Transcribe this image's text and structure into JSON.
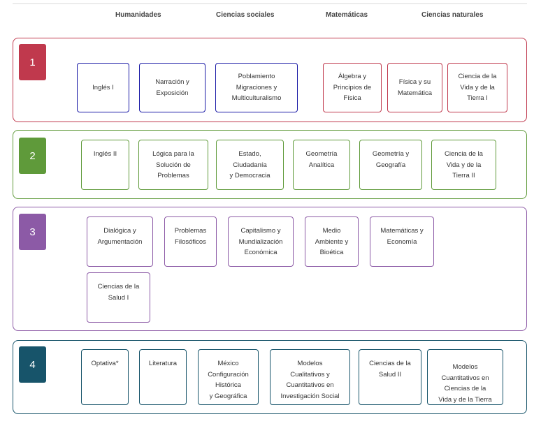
{
  "headers": [
    "Humanidades",
    "Ciencias sociales",
    "Matemáticas",
    "Ciencias naturales"
  ],
  "colors": {
    "sem1_border": "#c0394d",
    "sem1_badge": "#c0394d",
    "sem1_blue_box": "#1a1aa6",
    "sem2": "#5f9a3a",
    "sem3": "#8c5aa6",
    "sem4": "#17546a"
  },
  "semesters": [
    {
      "number": "1",
      "courses": [
        "Inglés I",
        "Narración y\nExposición",
        "Poblamiento\nMigraciones y\nMulticulturalismo",
        "Álgebra y\nPrincipios de\nFísica",
        "Física y su\nMatemática",
        "Ciencia de la\nVida y de la\nTierra I"
      ]
    },
    {
      "number": "2",
      "courses": [
        "Inglés II",
        "Lógica para la\nSolución de\nProblemas",
        "Estado,\nCiudadanía\ny Democracia",
        "Geometría\nAnalítica",
        "Geometría y\nGeografía",
        "Ciencia de la\nVida y de la\nTierra II"
      ]
    },
    {
      "number": "3",
      "courses": [
        "Dialógica y\nArgumentación",
        "Problemas\nFilosóficos",
        "Capitalismo y\nMundialización\nEconómica",
        "Medio\nAmbiente y\nBioética",
        "Matemáticas y\nEconomía",
        "Ciencias de la\nSalud I"
      ]
    },
    {
      "number": "4",
      "courses": [
        "Optativa*",
        "Literatura",
        "México\nConfiguración\nHistórica\ny Geográfica",
        "Modelos\nCualitativos y\nCuantitativos en\nInvestigación Social",
        "Ciencias de la\nSalud II",
        "Modelos\nCuantitativos en\nCiencias de la\nVida y de la Tierra"
      ]
    }
  ]
}
